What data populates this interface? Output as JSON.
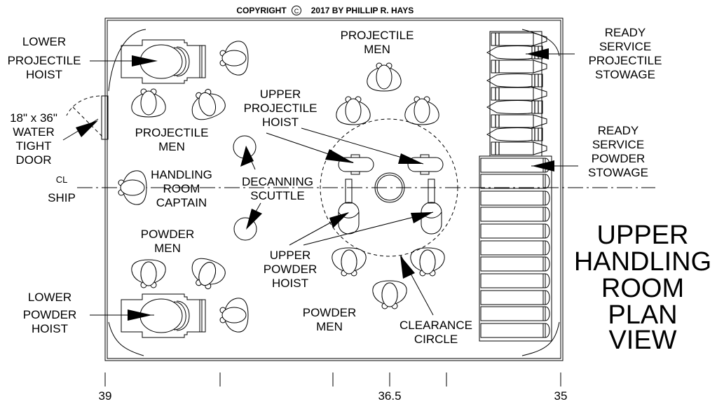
{
  "copyright": {
    "prefix": "COPYRIGHT",
    "symbol": "C",
    "suffix": "2017 BY PHILLIP R. HAYS"
  },
  "title": [
    "UPPER",
    "HANDLING",
    "ROOM",
    "PLAN",
    "VIEW"
  ],
  "labels": {
    "lower_projectile_hoist": [
      "LOWER",
      "PROJECTILE",
      "HOIST"
    ],
    "water_tight_door": [
      "18\" x 36\"",
      "WATER",
      "TIGHT",
      "DOOR"
    ],
    "centerline_ship": {
      "symbol": "CL",
      "text": "SHIP"
    },
    "lower_powder_hoist": [
      "LOWER",
      "POWDER",
      "HOIST"
    ],
    "projectile_men_left": [
      "PROJECTILE",
      "MEN"
    ],
    "handling_room_captain": [
      "HANDLING",
      "ROOM",
      "CAPTAIN"
    ],
    "powder_men_left": [
      "POWDER",
      "MEN"
    ],
    "projectile_men_top": [
      "PROJECTILE",
      "MEN"
    ],
    "upper_projectile_hoist": [
      "UPPER",
      "PROJECTILE",
      "HOIST"
    ],
    "decanning_scuttle": [
      "DECANNING",
      "SCUTTLE"
    ],
    "upper_powder_hoist": [
      "UPPER",
      "POWDER",
      "HOIST"
    ],
    "powder_men_bottom": [
      "POWDER",
      "MEN"
    ],
    "clearance_circle": [
      "CLEARANCE",
      "CIRCLE"
    ],
    "ready_service_projectile": [
      "READY",
      "SERVICE",
      "PROJECTILE",
      "STOWAGE"
    ],
    "ready_service_powder": [
      "READY",
      "SERVICE",
      "POWDER",
      "STOWAGE"
    ]
  },
  "frame_scale": {
    "ticks": [
      "39",
      "",
      "",
      "36.5",
      "",
      "35"
    ]
  },
  "stowage": {
    "projectile_count": 9,
    "powder_count": 11
  },
  "colors": {
    "ink": "#000000",
    "paper": "#ffffff"
  }
}
